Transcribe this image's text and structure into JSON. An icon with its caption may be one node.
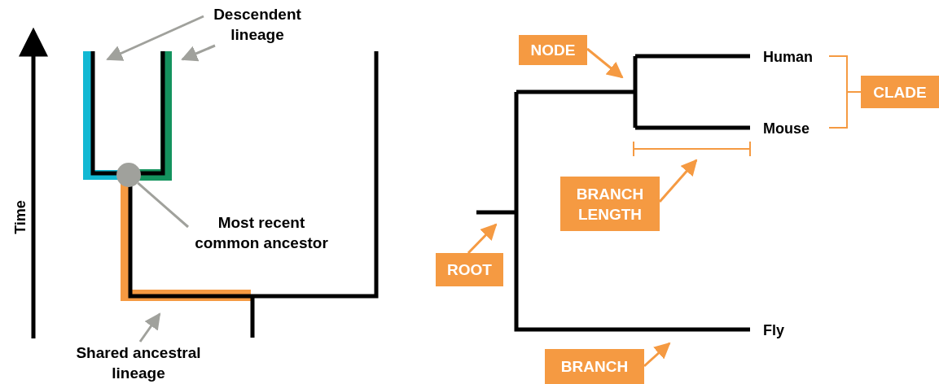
{
  "diagram": {
    "nodes": [
      {
        "text": [
          "Descendent lineage"
        ]
      },
      {
        "text": [
          "Most recent common ancestor"
        ]
      },
      {
        "text": [],
        "shape": "circle"
      },
      {
        "text": [
          "Shared ancestral lineage"
        ]
      },
      {
        "text": [
          "NODE"
        ]
      },
      {
        "text": [
          "BRANCH LENGTH"
        ]
      },
      {
        "text": [
          "CLADE"
        ]
      },
      {
        "text": [
          "ROOT"
        ]
      },
      {
        "text": [
          "BRANCH"
        ]
      }
    ],
    "edges": [
      {
        "from": 0,
        "to": null,
        "arrow": "to",
        "color": "#a0a19c"
      },
      {
        "from": 0,
        "to": null,
        "arrow": "to",
        "color": "#a0a19c"
      },
      {
        "from": 1,
        "to": 2,
        "arrow": "none",
        "color": "#a0a19c"
      },
      {
        "from": 3,
        "to": null,
        "arrow": "to",
        "color": "#a0a19c"
      },
      {
        "from": 4,
        "to": null,
        "arrow": "to",
        "color": "#f59a42"
      },
      {
        "from": 5,
        "to": null,
        "arrow": "to",
        "color": "#f59a42"
      },
      {
        "from": 7,
        "to": null,
        "arrow": "to",
        "color": "#f59a42"
      },
      {
        "from": 8,
        "to": null,
        "arrow": "to",
        "color": "#f59a42"
      }
    ],
    "labels": [
      "Time",
      "Human",
      "Mouse",
      "Fly"
    ]
  }
}
